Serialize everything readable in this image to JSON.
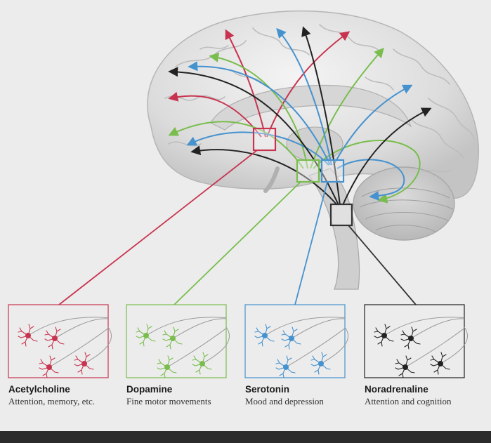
{
  "colors": {
    "acetylcholine": "#c8344f",
    "dopamine": "#79bd4d",
    "serotonin": "#4592cf",
    "noradrenaline": "#222222",
    "background": "#ececec",
    "bottom_bar": "#2b2b2b"
  },
  "systems": [
    {
      "key": "acetylcholine",
      "name": "Acetylcholine",
      "description": "Attention, memory, etc."
    },
    {
      "key": "dopamine",
      "name": "Dopamine",
      "description": "Fine motor movements"
    },
    {
      "key": "serotonin",
      "name": "Serotonin",
      "description": "Mood and  depression"
    },
    {
      "key": "noradrenaline",
      "name": "Noradrenaline",
      "description": "Attention and cognition"
    }
  ]
}
